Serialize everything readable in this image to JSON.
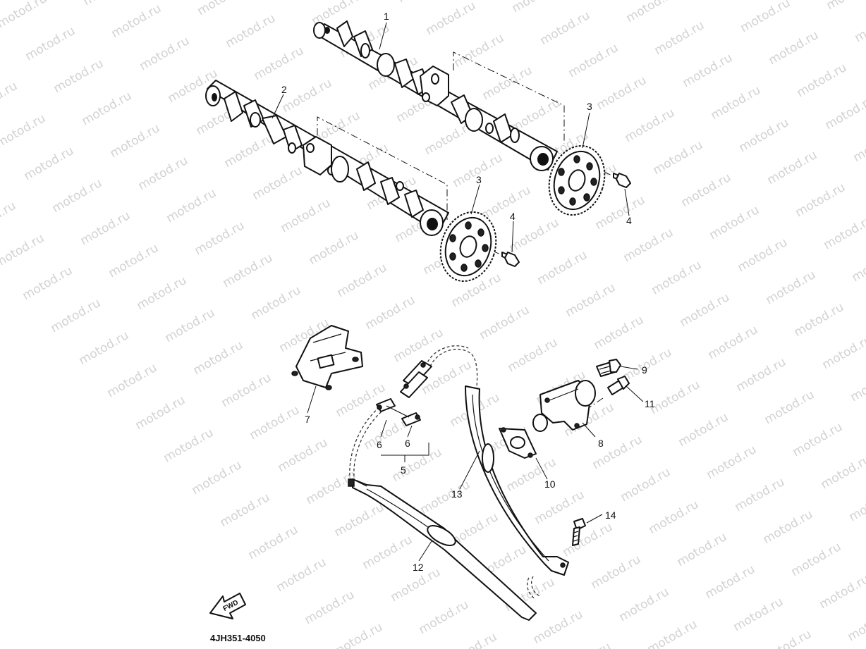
{
  "watermark": {
    "text": "motod.ru"
  },
  "callouts": [
    {
      "id": "camshaft-exhaust",
      "label": "1"
    },
    {
      "id": "camshaft-intake",
      "label": "2"
    },
    {
      "id": "sprocket-right",
      "label": "3"
    },
    {
      "id": "sprocket-left",
      "label": "3"
    },
    {
      "id": "bolt-right",
      "label": "4"
    },
    {
      "id": "bolt-left",
      "label": "4"
    },
    {
      "id": "cam-chain",
      "label": "5"
    },
    {
      "id": "chain-link-a",
      "label": "6"
    },
    {
      "id": "chain-link-b",
      "label": "6"
    },
    {
      "id": "chain-guide-top",
      "label": "7"
    },
    {
      "id": "tensioner",
      "label": "8"
    },
    {
      "id": "tensioner-bolt",
      "label": "9"
    },
    {
      "id": "gasket",
      "label": "10"
    },
    {
      "id": "bolt-11",
      "label": "11"
    },
    {
      "id": "exhaust-guide",
      "label": "12"
    },
    {
      "id": "intake-guide",
      "label": "13"
    },
    {
      "id": "bolt-14",
      "label": "14"
    }
  ],
  "fwd_label": "FWD",
  "diagram_code": "4JH351-4050"
}
